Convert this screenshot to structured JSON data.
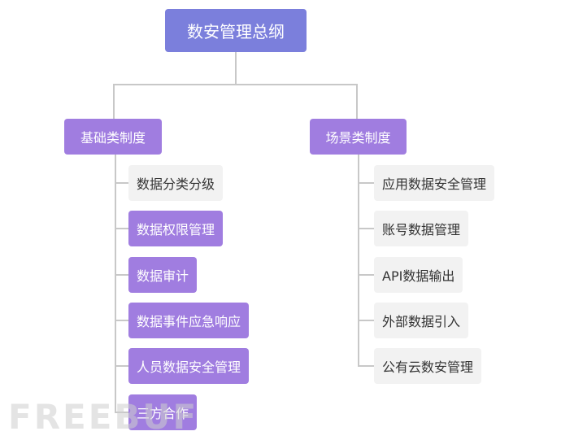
{
  "root": {
    "label": "数安管理总纲"
  },
  "left": {
    "label": "基础类制度",
    "items": [
      "数据分类分级",
      "数据权限管理",
      "数据审计",
      "数据事件应急响应",
      "人员数据安全管理",
      "三方合作"
    ]
  },
  "right": {
    "label": "场景类制度",
    "items": [
      "应用数据安全管理",
      "账号数据管理",
      "API数据输出",
      "外部数据引入",
      "公有云数安管理"
    ]
  },
  "watermark": {
    "text": "FREEBUF"
  },
  "colors": {
    "root": "#7b7fdc",
    "category": "#a07de0",
    "leaf_highlight": "#a07de0",
    "leaf_default": "#f2f2f2",
    "connector": "#c8c8c8"
  }
}
